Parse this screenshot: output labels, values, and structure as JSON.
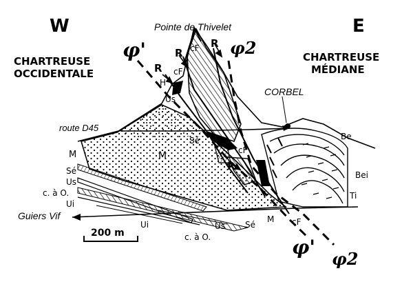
{
  "orientation": {
    "west": "W",
    "east": "E"
  },
  "regions": {
    "west_line1": "CHARTREUSE",
    "west_line2": "OCCIDENTALE",
    "east_line1": "CHARTREUSE",
    "east_line2": "MÉDIANE"
  },
  "places": {
    "summit": "Pointe de Thivelet",
    "corbel": "CORBEL",
    "road": "route D45",
    "river": "Guiers Vif"
  },
  "faults": {
    "phi_prime": "φ'",
    "phi2": "φ2",
    "reverse": "R"
  },
  "units": {
    "cF": "cF",
    "H": "H",
    "Us": "Us",
    "Ui": "Ui",
    "Se": "Sé",
    "M": "M",
    "cao": "c. à O.",
    "Be": "Be",
    "Bei": "Bei",
    "Ti": "Ti"
  },
  "scale": {
    "label": "200 m"
  },
  "colors": {
    "ink": "#000000",
    "paper": "#ffffff"
  }
}
